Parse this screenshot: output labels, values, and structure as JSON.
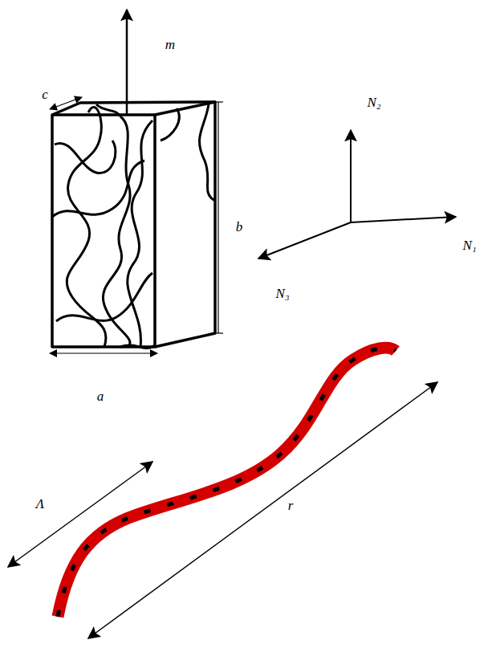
{
  "diagram": {
    "labels": [
      "m",
      "c",
      "b",
      "a",
      "N₂",
      "N₁",
      "N₃",
      "Λ",
      "r"
    ]
  }
}
